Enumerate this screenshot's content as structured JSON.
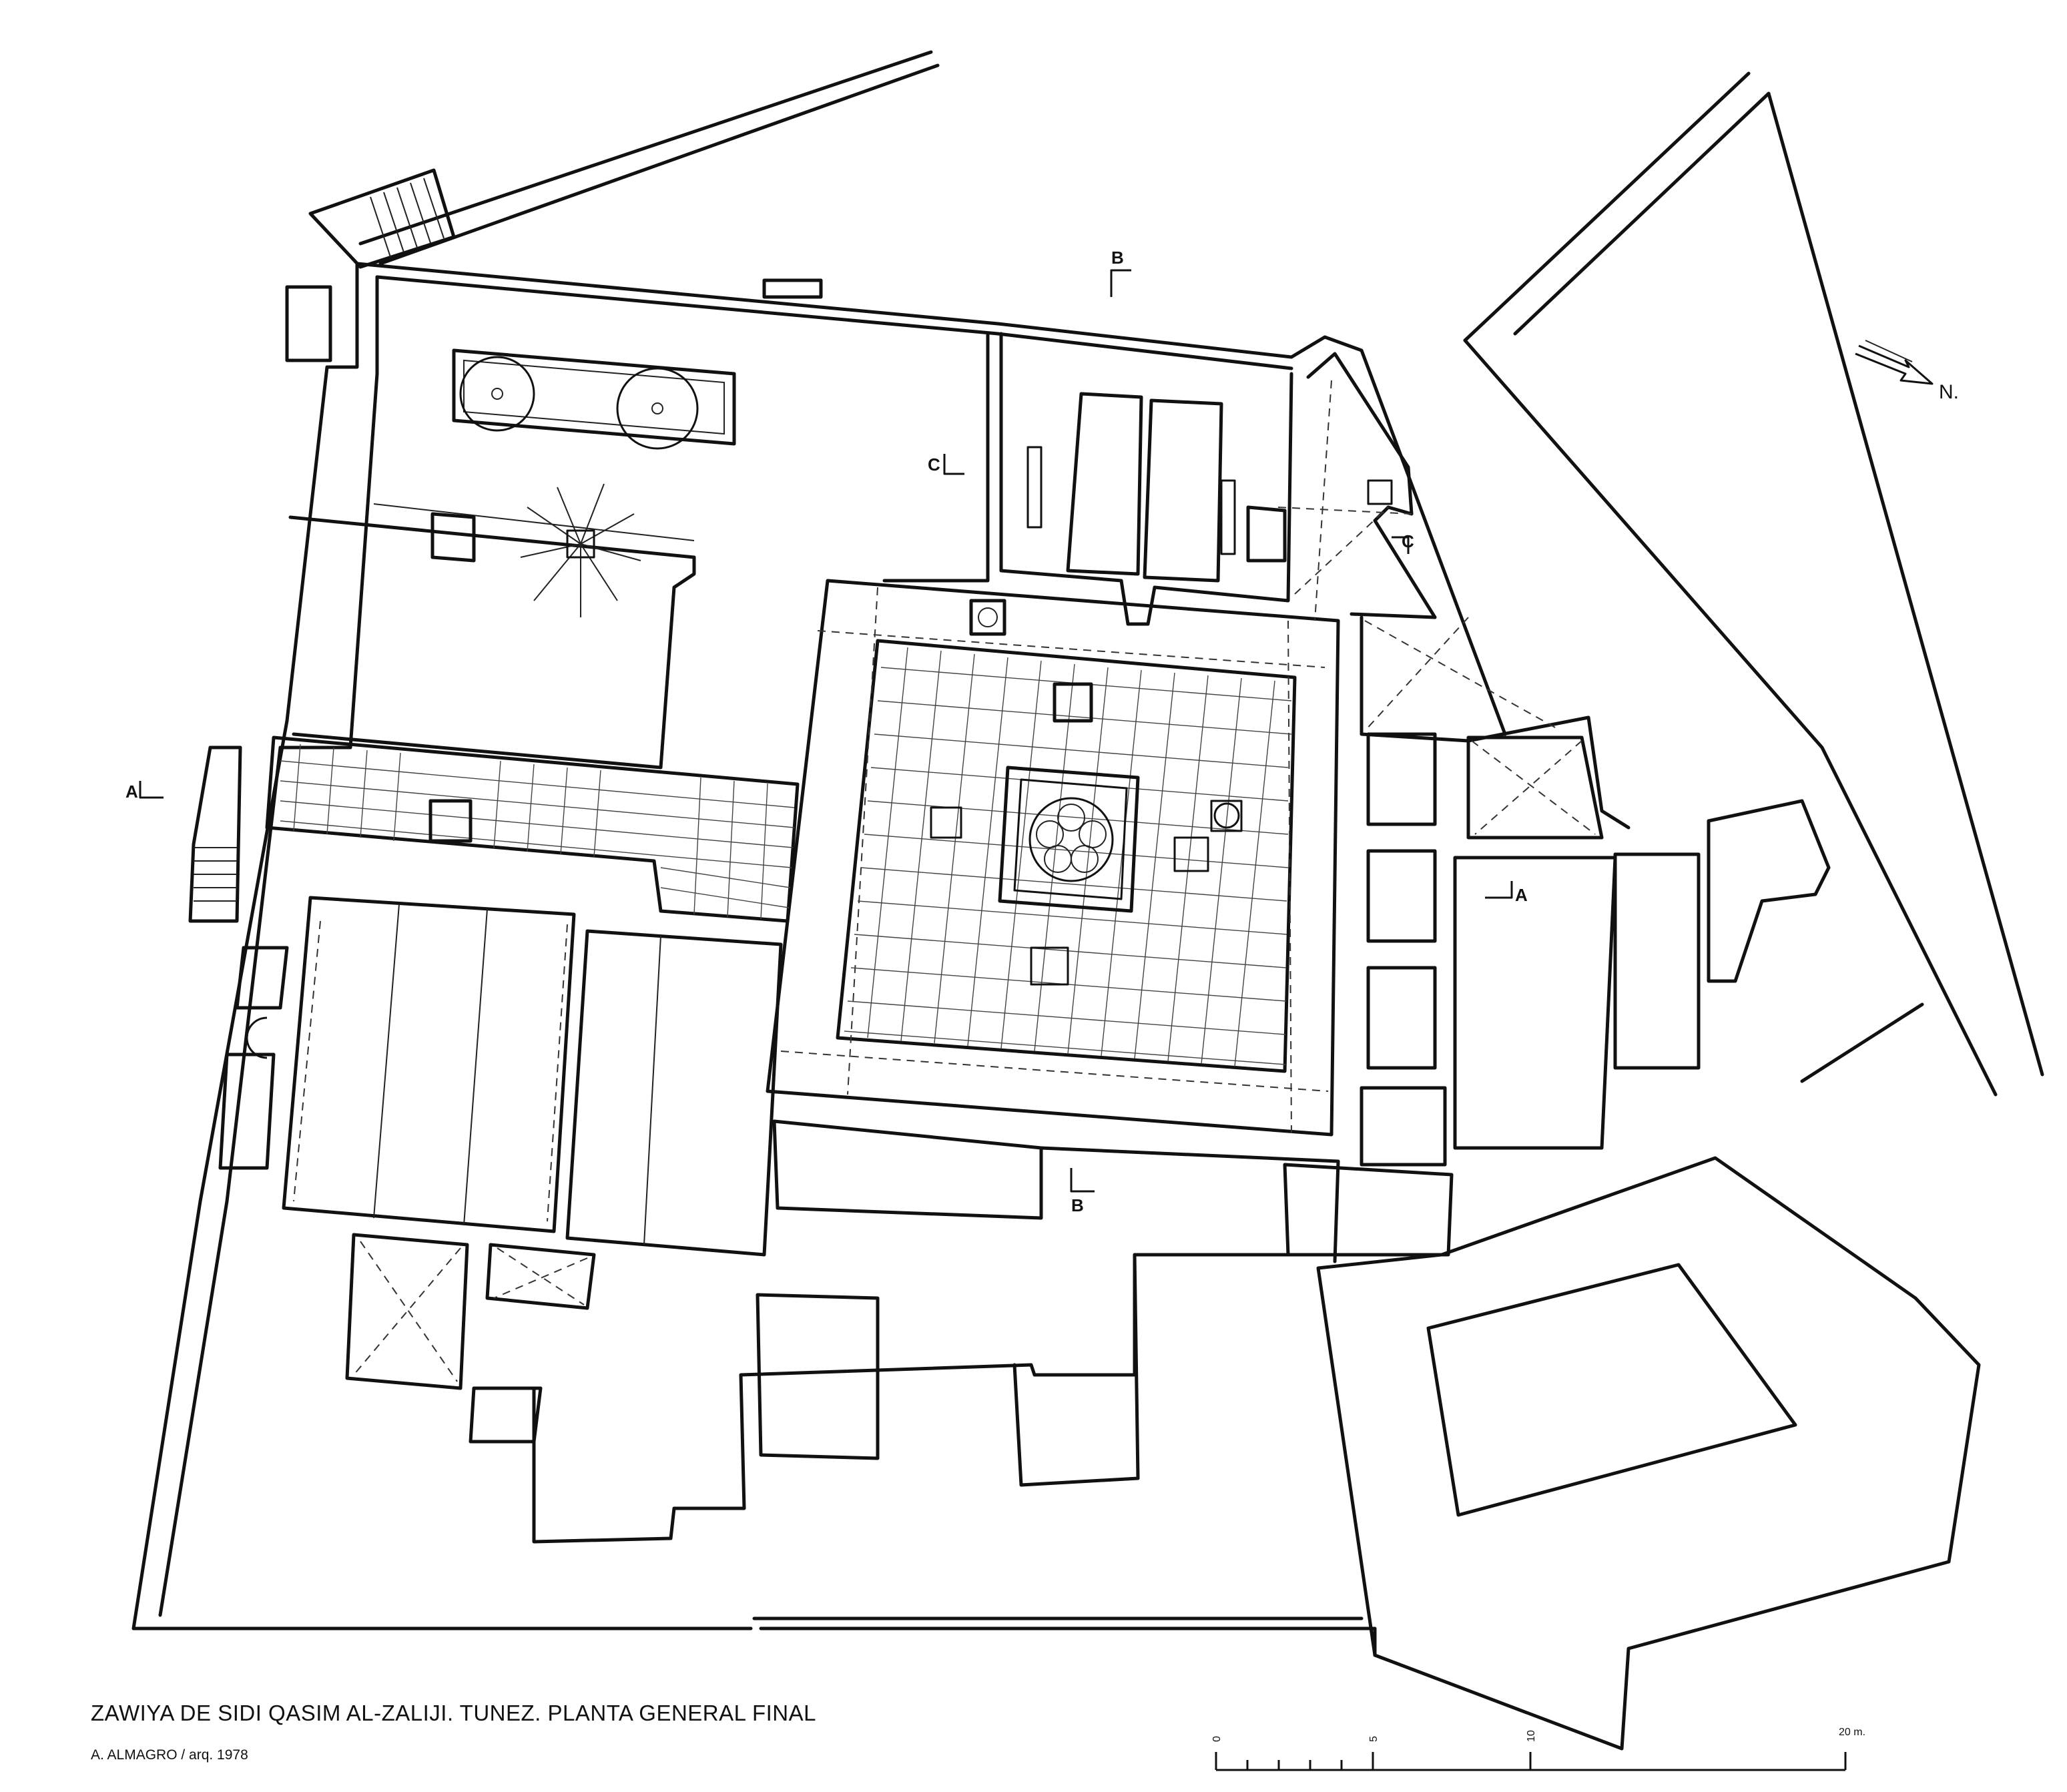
{
  "title": "ZAWIYA DE SIDI QASIM AL-ZALIJI. TUNEZ.   PLANTA GENERAL FINAL",
  "credit": "A. ALMAGRO / arq.   1978",
  "north_label": "N.",
  "section_markers": {
    "a_left": "A",
    "a_right": "A",
    "b_top": "B",
    "b_bottom": "B",
    "c_left": "C",
    "c_right": "C"
  },
  "scale_bar": {
    "ticks": [
      "0",
      "5",
      "10",
      "20 m."
    ]
  }
}
